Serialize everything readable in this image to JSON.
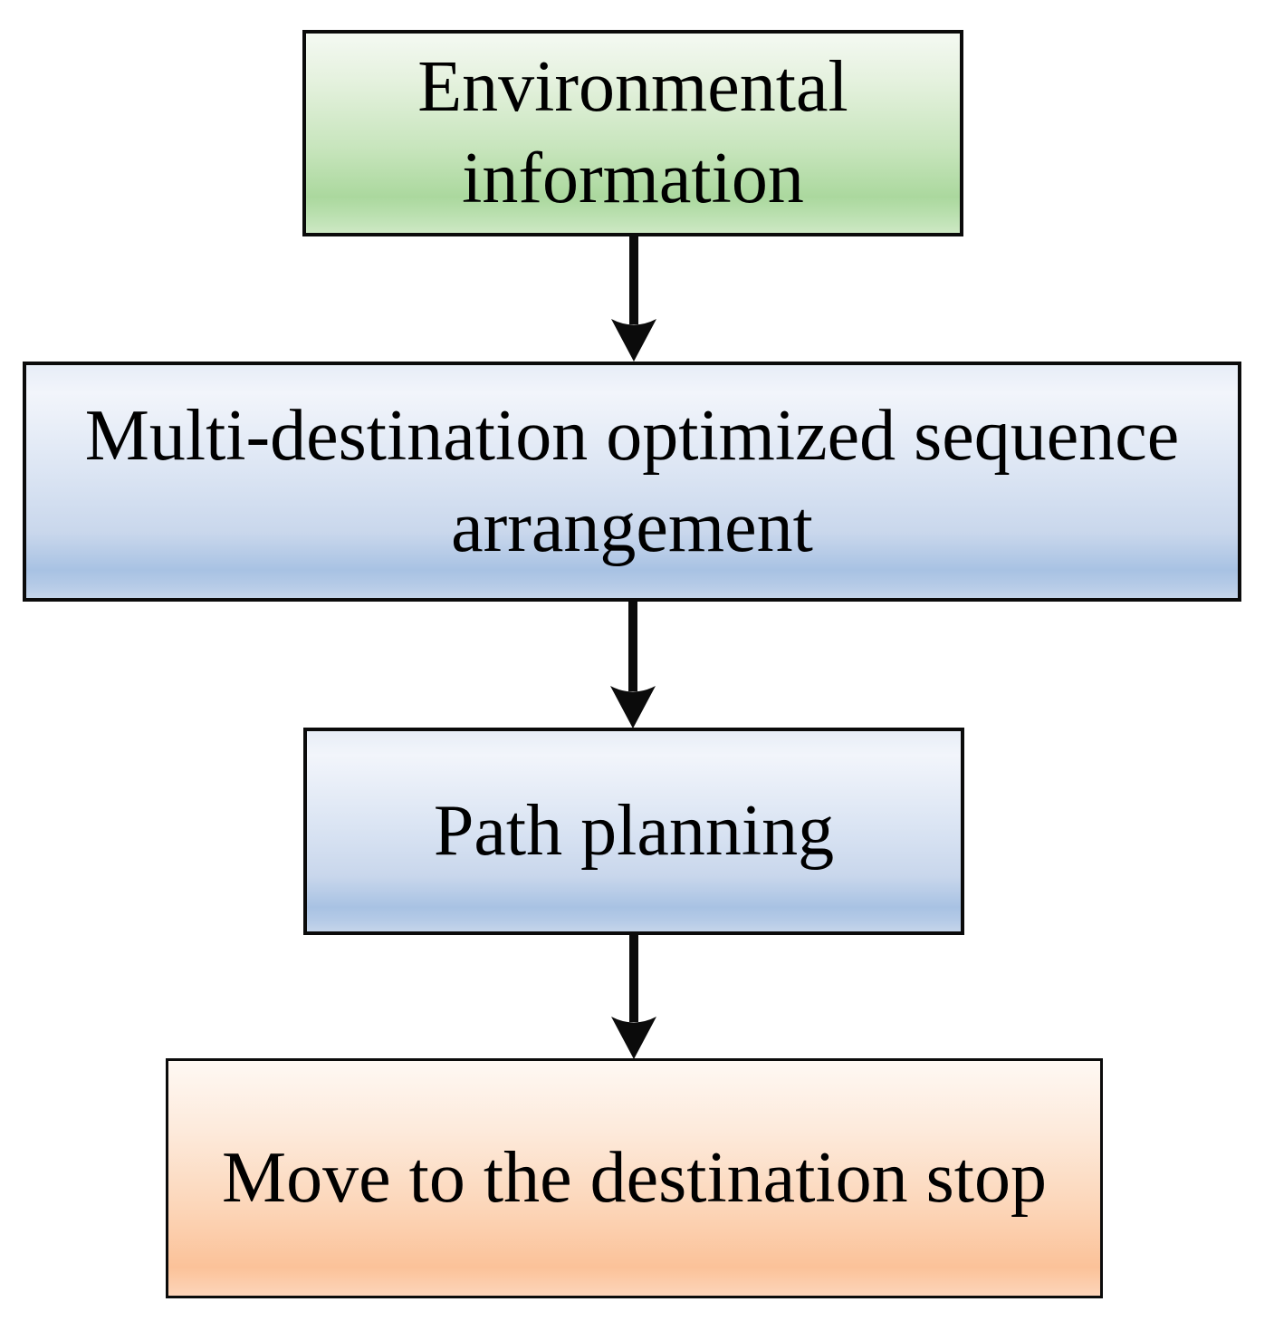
{
  "diagram": {
    "type": "flowchart",
    "direction": "top-down",
    "background_color": "#ffffff",
    "text_color": "#000000",
    "border_color": "#0b0b0b",
    "arrow_color": "#0b0b0b",
    "nodes": [
      {
        "id": "environmental-information",
        "label": "Environmental information",
        "lines": [
          "Environmental",
          "information"
        ],
        "shape": "rectangle",
        "fill_style": "green-gradient",
        "fill_colors": [
          "#f4f9f2",
          "#abd89e",
          "#cde8c3"
        ]
      },
      {
        "id": "multi-destination-optimized-sequence-arrangement",
        "label": "Multi-destination optimized sequence arrangement",
        "lines": [
          "Multi-destination optimized sequence",
          "arrangement"
        ],
        "shape": "rectangle",
        "fill_style": "blue-gradient",
        "fill_colors": [
          "#f2f5fb",
          "#a8c2e3",
          "#c5d5ea"
        ]
      },
      {
        "id": "path-planning",
        "label": "Path planning",
        "lines": [
          "Path planning"
        ],
        "shape": "rectangle",
        "fill_style": "blue-gradient",
        "fill_colors": [
          "#f2f5fb",
          "#a8c2e3",
          "#c5d5ea"
        ]
      },
      {
        "id": "move-to-the-destination-stop",
        "label": "Move to the destination stop",
        "lines": [
          "Move to the destination stop"
        ],
        "shape": "rectangle",
        "fill_style": "orange-gradient",
        "fill_colors": [
          "#fef8f3",
          "#fbc299",
          "#fdd5ba"
        ]
      }
    ],
    "connectors": [
      {
        "from": "environmental-information",
        "to": "multi-destination-optimized-sequence-arrangement",
        "style": "straight-arrow-down"
      },
      {
        "from": "multi-destination-optimized-sequence-arrangement",
        "to": "path-planning",
        "style": "straight-arrow-down"
      },
      {
        "from": "path-planning",
        "to": "move-to-the-destination-stop",
        "style": "straight-arrow-down"
      }
    ]
  }
}
